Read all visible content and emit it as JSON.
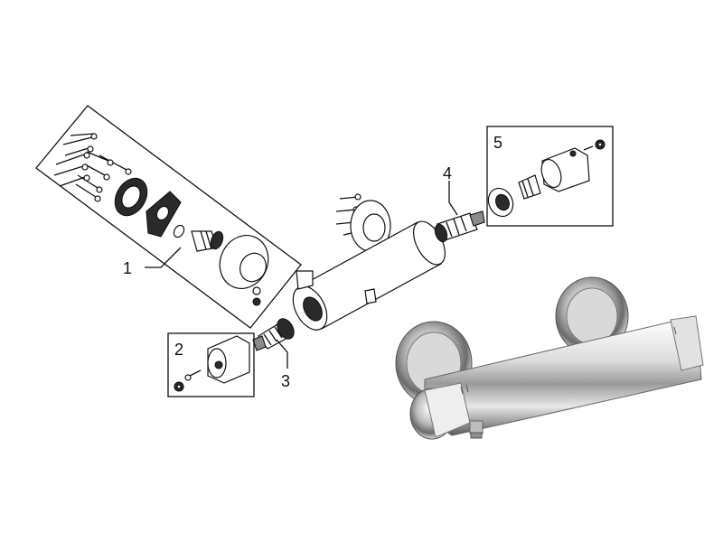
{
  "callouts": [
    {
      "id": "1",
      "label": "1"
    },
    {
      "id": "2",
      "label": "2"
    },
    {
      "id": "3",
      "label": "3"
    },
    {
      "id": "4",
      "label": "4"
    },
    {
      "id": "5",
      "label": "5"
    }
  ],
  "colors": {
    "line": "#111111",
    "chrome_light": "#f2f2f2",
    "chrome_dark": "#6f6f6f"
  }
}
